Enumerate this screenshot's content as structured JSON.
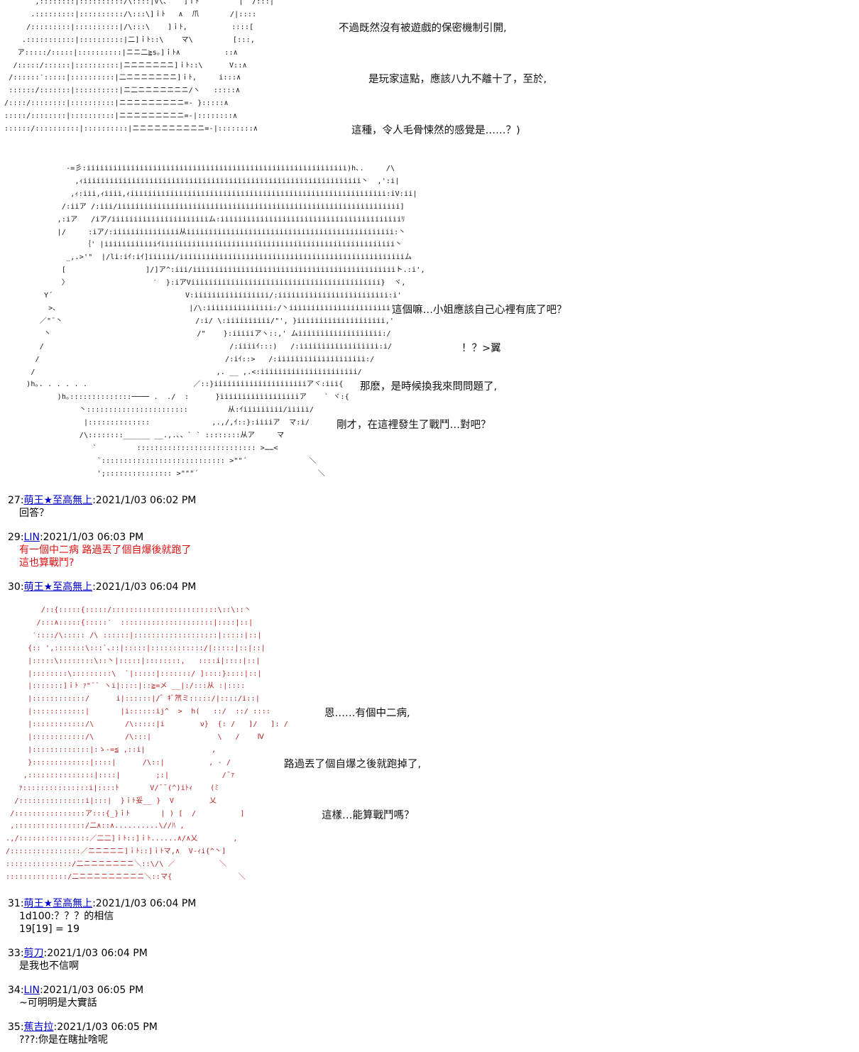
{
  "aa_frame1": [
    "       ,::::::::|::::::::::/\\::::|V\\、   ]ｉﾄ         |  /:::|",
    "      .:::::::::|::::::::::/\\:::\\]ｉﾄ   ∧  爪       /|::::",
    "     /:::::::::|::::::::::|/\\:::\\    ]ｉﾄ,          ::::[",
    "    .:::::::::::|::::::::::|二]ｉﾄ::\\    マ\\         [:::,",
    "   ア:::::/:::::|::::::::::|ニニ二≧s｡]ｉﾄ∧          ::∧",
    "  /:::::/::::::|::::::::::|ニニニニニニニ]ｉﾄ::\\      V::∧",
    " /::::::′:::::|::::::::::|二ニニニニニニニ]ｉﾄ,     i:::∧",
    " ::::::/:::::::|::::::::::|ニ二ニニニニニニニ/ヽ   :::::∧",
    "/::::/::::::::|::::::::::|ニニニニニニニニニ=- }:::::∧",
    ":::::/::::::::|::::::::::|ニニニニニニニニニ=-|::::::::∧",
    "::::::/::::::::::|::::::::::|ニニニニニニニニニニ=-|::::::::∧"
  ],
  "dialogue": [
    "不過既然沒有被遊戲的保密機制引開,",
    "是玩家這點，應該八九不離十了，至於,",
    "這種，令人毛骨悚然的感覺是……？)",
    "這個嘛…小姐應該自己心裡有底了吧？",
    "！？>翼",
    "那麽，是時候換我來問問題了,",
    "剛才，在這裡發生了戰鬥…對吧？",
    "恩……有個中二病,",
    "路過丟了個自爆之後就跑掉了,",
    "這樣…能算戰鬥嗎？"
  ],
  "aa_frame2": [
    "              -=彡:iiiiiiiiiiiiiiiiiiiiiiiiiiiiiiiiiiiiiiiiiiiiiiiiiiiiiiiiiii)h､.     /\\",
    "                ,ｨiiiiiiiiiiiiiiiiiiiiiiiiiiiiiiiiiiiiiiiiiiiiiiiiiiiiiiiiiiiiiii丶  ,':i|",
    "               ,ｨ:iii,ｨiiii,ｨiiiiiiiiiiiiiiiiiiiiiiiiiiiiiiiiiiiiiiiiiiiiiiiiiiiiiiiiii:iV:ii|",
    "             /:iiア /:iii/iiiiiiiiiiiiiiiiiiiiiiiiiiiiiiiiiiiiiiiiiiiiiiiiiiiiiiiiiiiiiiii]",
    "            ,:iア   /iア/iiiiiiiiiiiiiiiiiiiiiiム:iiiiiiiiiiiiiiiiiiiiiiiiiiiiiiiiiiiiiiiiiﾘ",
    "            |/     :iア/:iiiiiiiiiiiiiii从iiiiiiiiiiiiiiiiiiiiiiiiiiiiiiiiiiiiiiiiiiiiiii:丶",
    "                  ｛' |iiiiiiiiiiiiｲiiiiiiiiiiiiiiiiiiiiiiiiiiiiiiiiiiiiiiiiiiiiiiiiiiiii丶",
    "              _,.>'\"  |/li:iｲ:iｲ]iiiiii/iiiiiiiiiiiiiiiiiiiiiiiiiiiiiiiiiiiiiiiiiiiiiiiiiiiム",
    "             [                  ]/]ア^:iii/iiiiiiiiiiiiiiiiiiiiiiiiiiiiiiiiiiiiiiiiiiiiiiト.:i',",
    "             〉                   ′  }:iアViiiiiiiiiiiiiiiiiiiiiiiiiiiiiiiiiiiiiiiiiii}  ヾ,",
    "         Y´                              V:iiiiiiiiiiiiiiiii/:iiiiiiiiiiiiiiiiiiiiiiiii:i'",
    "          >､                              |/\\:iiiiiiiiiiiiiii:/丶iiiiiiiiiiiiiiiiiiiiiii'",
    "        ／\"¨丶                              /:i/ \\:iiiiiiiiii/\"', }iiiiiiiiiiiiiiiiiiii,'",
    "         丶                                 /\"    }:iiiiiアヽ::,' ムiiiiiiiiiiiiiiiiiii:/",
    "        /                                          /:iiiiｲ:::)   /:iiiiiiiiiiiiiiiiii:i/",
    "       /                                          /:iｲ::>   /:iiiiiiiiiiiiiiiiiiii:/",
    "      /                                         ,. __ ,.<:iiiiiiiiiiiiiiiiiiiiii/",
    "     )h｡. . . . . .                        ／::}iiiiiiiiiiiiiiiiiiiiiアヾ:iii{",
    "            )h｡::::::::::::::──── .  ./  :      }iiiiiiiiiiiiiiiiiiア    ` ヾ:{",
    "                 丶:::::::::::::::::::::::         从:ｲiiiiiiiii/iiiii/",
    "                  |::::::::::::::              ,.,/,ｲ::}:iiiiア  マ:i/",
    "                 /\\::::::::______ __.,.､、` ` ::::::::从ア     マ",
    "                    `         ::::::::::::::::::::::::::: >……<",
    "                     `:::::::::::::::::::::::::::: >\"\"´              ＼",
    "                     ';::::::::::::::: >\"\"\"´                           ＼"
  ],
  "posts_top": [
    {
      "num": "27:",
      "name": "萌王★至高無上",
      "date": ":2021/1/03 06:02 PM",
      "lines": [
        "回答？"
      ],
      "red": false
    },
    {
      "num": "29:",
      "name": "LIN",
      "date": ":2021/1/03 06:03 PM",
      "lines": [
        "有一個中二病 路過丟了個自爆後就跑了",
        "這也算戰鬥?"
      ],
      "red": true
    },
    {
      "num": "30:",
      "name": "萌王★至高無上",
      "date": ":2021/1/03 06:04 PM",
      "lines": [],
      "red": false
    }
  ],
  "aa_frame3": [
    "        /::{:::::{:::::/::::::::::::::::::::::::\\::\\::丶",
    "       /:::∧:::::{:::::′  :::::::::::::::::::::|::::|::|",
    "      ′::::/\\::::: /\\ ::::::|:::::::::::::::::::|:::::|::|",
    "     {:: ',:::::::\\:::`､::|:::::|::::::::::::/|:::::|::|::|",
    "     |:::::\\::::::::\\::丶|:::::|::::::::,   ::::i|::::|::|",
    "     |::::::::\\:::::::::\\  `|:::::|:::::::/ ]::::}::::|::|",
    "     |:::::::]ｉﾄ ｧ\"¨` ヽi|::::|::≧=メ __|:/:::从 :|::::",
    "     |::::::::::::/      i|::::::|/゛ｷﾞ笊ミ:::::/|::::/i::|",
    "     |::::::::::::|       |i::::::ij^  >  h(   ::/  ::/ ::::",
    "     |::::::::::::/\\       /\\:::::|i        ν}  {: /   ]/   ]: /",
    "     |::::::::::::/\\       /\\:::|               \\   /    Ⅳ",
    "     |:::::::::::::|:ゝ-=≦ ,::i|               ,",
    "     }:::::::::::::|::::|      /\\::|          , - /",
    "    ,:::::::::::::::|::::|        ;:|            /¯ｧ",
    "   ｧ:::::::::::::::i|::::ﾄ       V/¯¯(^)iﾄｨ    (ﾐ",
    "  /:::::::::::::::i|:::|  }ｉﾄ妥__ }  V        乂",
    " /::::::::::::::::ア:::{_}ｉﾄ       | ) [  /          ]",
    " ,::::::::::::::::/二∧::∧..........\\//ﾊ ,",
    ".,/::::::::::::::::／二二]ｉﾄ::]ｉﾄ......∧/∧乂        ,",
    "/::::::::::::::::／ニニニニニ]ｉﾄ::]ｉﾄマ,∧  V-ｨi{^丶]",
    ":::::::::::::::/二ニニニニニニニ＼::\\/\\ ／          ＼",
    "::::::::::::::/二ニニニニニニニニニ＼::マ{               ＼"
  ],
  "posts_bottom": [
    {
      "num": "31:",
      "name": "萌王★至高無上",
      "date": ":2021/1/03 06:04 PM",
      "lines": [
        "1d100:？？？的相信",
        "19[19] = 19"
      ],
      "red": false
    },
    {
      "num": "33:",
      "name": "剪刀",
      "date": ":2021/1/03 06:04 PM",
      "lines": [
        "是我也不信啊"
      ],
      "red": false
    },
    {
      "num": "34:",
      "name": "LIN",
      "date": ":2021/1/03 06:05 PM",
      "lines": [
        "~可明明是大實話"
      ],
      "red": false
    },
    {
      "num": "35:",
      "name": "蕉吉拉",
      "date": ":2021/1/03 06:05 PM",
      "lines": [
        "???:你是在瞎扯啥呢"
      ],
      "red": false
    }
  ]
}
